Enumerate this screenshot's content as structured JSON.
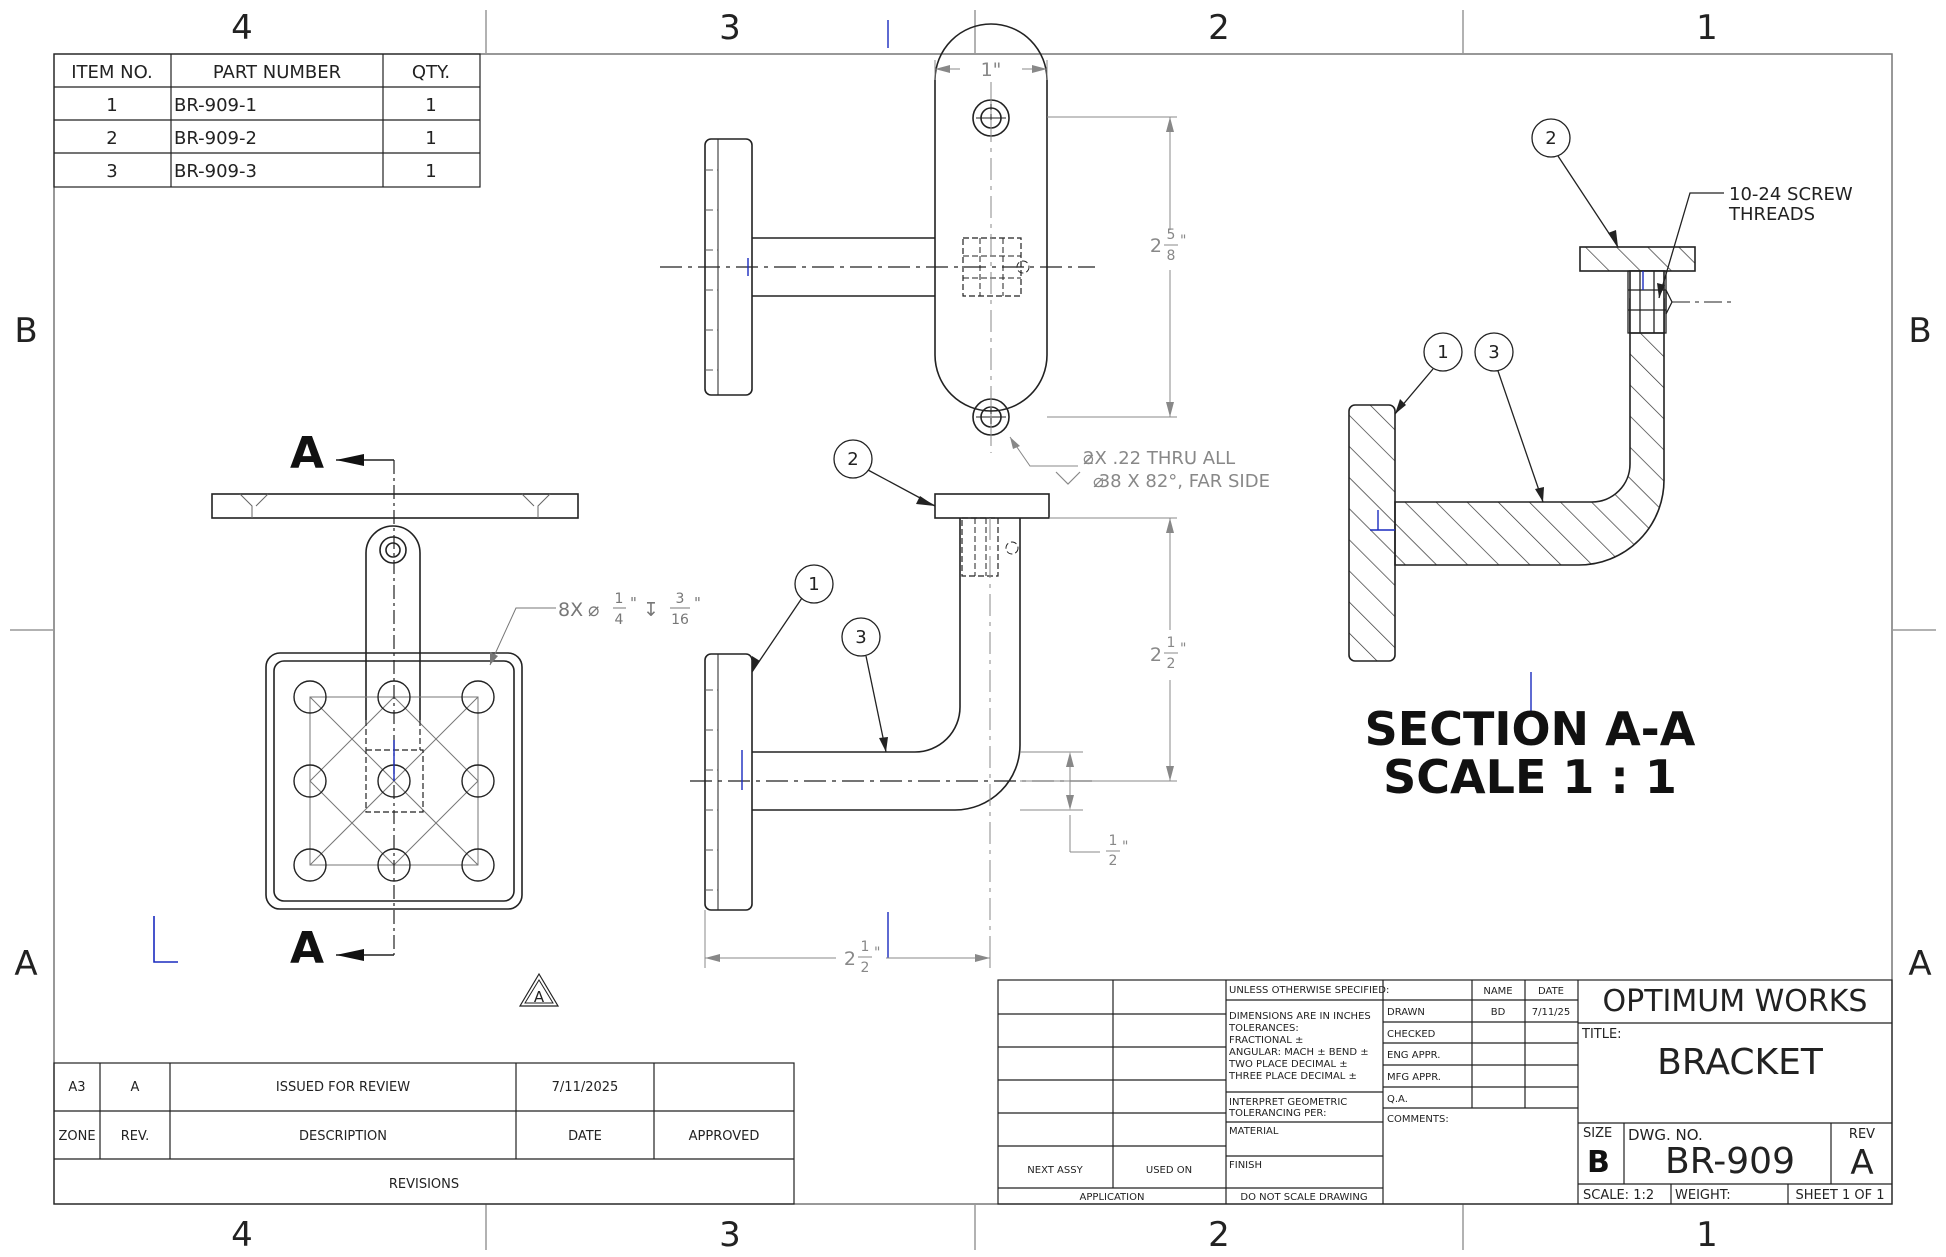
{
  "zones": {
    "columns": [
      "4",
      "3",
      "2",
      "1"
    ],
    "rows": [
      "B",
      "A"
    ]
  },
  "bom": {
    "headers": [
      "ITEM NO.",
      "PART NUMBER",
      "QTY."
    ],
    "rows": [
      {
        "item": "1",
        "part": "BR-909-1",
        "qty": "1"
      },
      {
        "item": "2",
        "part": "BR-909-2",
        "qty": "1"
      },
      {
        "item": "3",
        "part": "BR-909-3",
        "qty": "1"
      }
    ]
  },
  "views": {
    "section_marker": "A",
    "pattern_note": {
      "prefix": "8X",
      "dia_num": "1",
      "dia_den": "4",
      "depth_num": "3",
      "depth_den": "16"
    },
    "hole_note_line1": "2X  .22 THRU ALL",
    "hole_note_line2": " .38 X 82°, FAR SIDE",
    "dim_top_width": "1\"",
    "dim_height_top": {
      "whole": "2",
      "num": "5",
      "den": "8"
    },
    "dim_height_side": {
      "whole": "2",
      "num": "1",
      "den": "2"
    },
    "dim_tube": {
      "num": "1",
      "den": "2"
    },
    "dim_reach": {
      "whole": "2",
      "num": "1",
      "den": "2"
    },
    "balloons": [
      "1",
      "2",
      "3"
    ],
    "screw_note_line1": "10-24 SCREW",
    "screw_note_line2": "THREADS",
    "section_title": "SECTION A-A",
    "section_scale": "SCALE 1 : 1",
    "rev_triangle": "A"
  },
  "revisions": {
    "row": {
      "zone": "A3",
      "rev": "A",
      "description": "ISSUED FOR REVIEW",
      "date": "7/11/2025",
      "approved": ""
    },
    "headers": {
      "zone": "ZONE",
      "rev": "REV.",
      "description": "DESCRIPTION",
      "date": "DATE",
      "approved": "APPROVED"
    },
    "title": "REVISIONS"
  },
  "title_block": {
    "next_assy": "NEXT ASSY",
    "used_on": "USED ON",
    "application": "APPLICATION",
    "unless": "UNLESS OTHERWISE SPECIFIED:",
    "tolerances": [
      "DIMENSIONS ARE IN INCHES",
      "TOLERANCES:",
      "FRACTIONAL ±",
      "ANGULAR: MACH ±    BEND ±",
      "TWO PLACE DECIMAL   ±",
      "THREE PLACE DECIMAL  ±"
    ],
    "interpret": [
      "INTERPRET GEOMETRIC",
      "TOLERANCING PER:"
    ],
    "material": "MATERIAL",
    "finish": "FINISH",
    "do_not_scale": "DO NOT SCALE DRAWING",
    "name_header": "NAME",
    "date_header": "DATE",
    "drawn": "DRAWN",
    "drawn_name": "BD",
    "drawn_date": "7/11/25",
    "checked": "CHECKED",
    "eng_appr": "ENG APPR.",
    "mfg_appr": "MFG APPR.",
    "qa": "Q.A.",
    "comments": "COMMENTS:",
    "company": "OPTIMUM WORKS",
    "title_label": "TITLE:",
    "title": "BRACKET",
    "size_label": "SIZE",
    "size": "B",
    "dwg_no_label": "DWG.  NO.",
    "dwg_no": "BR-909",
    "rev_label": "REV",
    "rev": "A",
    "scale": "SCALE: 1:2",
    "weight": "WEIGHT:",
    "sheet": "SHEET 1 OF 1"
  }
}
